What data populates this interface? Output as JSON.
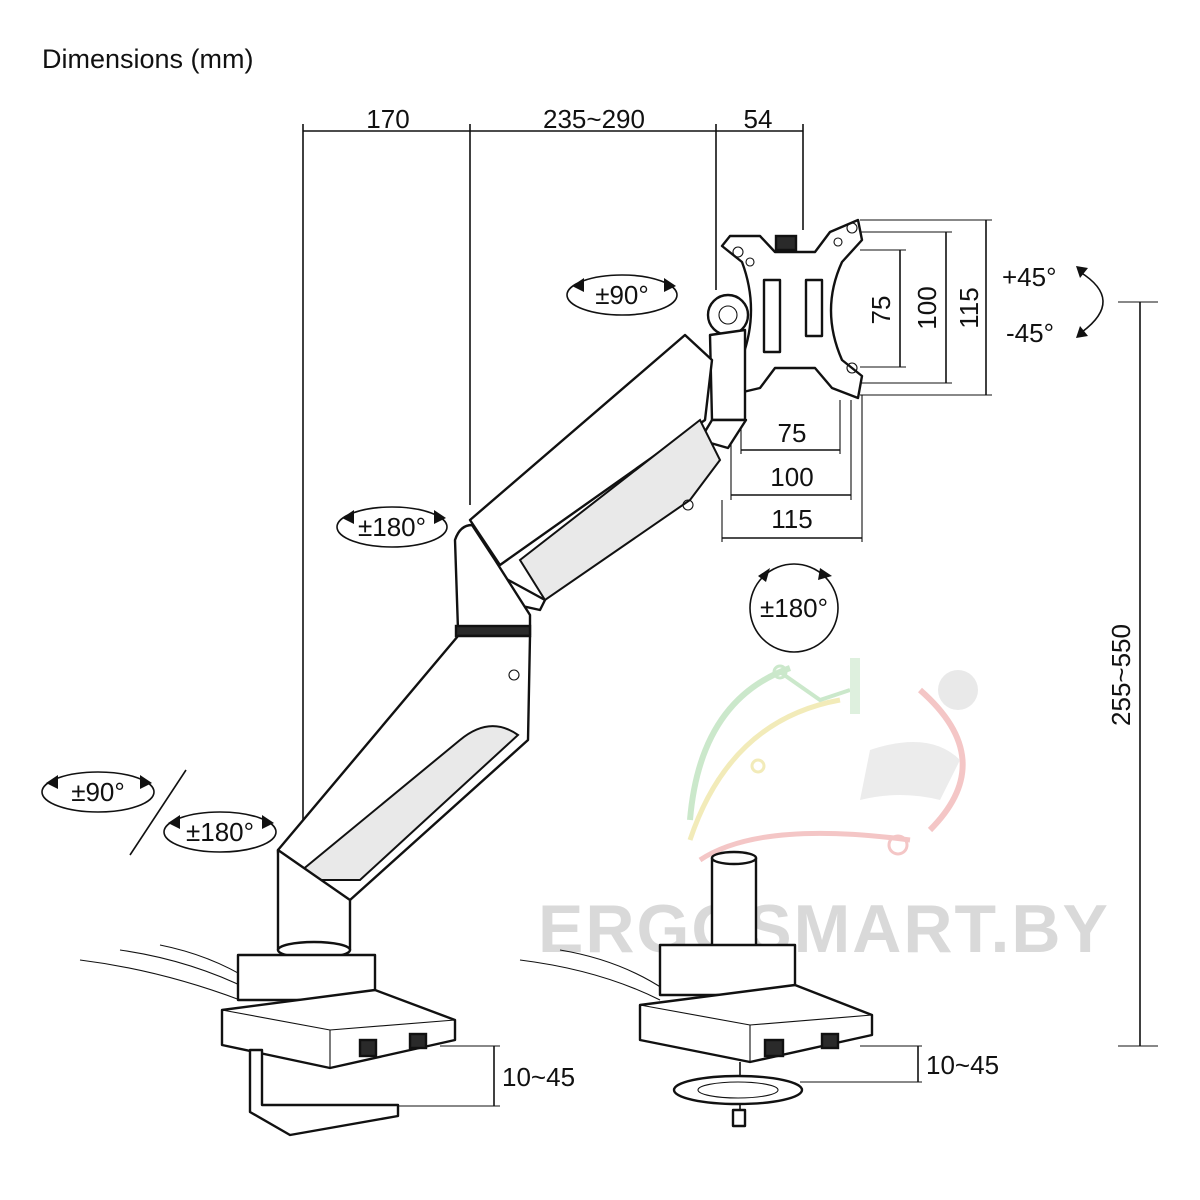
{
  "title": "Dimensions (mm)",
  "dimensions": {
    "base_offset": "170",
    "arm_length": "235~290",
    "head_depth": "54",
    "vesa_v_75": "75",
    "vesa_v_100": "100",
    "vesa_v_115": "115",
    "vesa_h_75": "75",
    "vesa_h_100": "100",
    "vesa_h_115": "115",
    "height_range": "255~550",
    "clamp_thickness": "10~45",
    "grommet_thickness": "10~45"
  },
  "rotations": {
    "tilt_up": "+45°",
    "tilt_down": "-45°",
    "head_rotation": "±90°",
    "elbow_rotation": "±180°",
    "screen_rotation": "±180°",
    "base_rotation_a": "±90°",
    "base_rotation_b": "±180°"
  },
  "watermark": "ERGOSMART.BY",
  "colors": {
    "line": "#111111",
    "watermark": "#d9d9d9",
    "logo_green": "#bfe3bf",
    "logo_red": "#f2b8b8",
    "logo_yellow": "#efe7a8"
  },
  "icons": [
    "rotation-arrow-icon",
    "ergosmart-logo-icon"
  ]
}
